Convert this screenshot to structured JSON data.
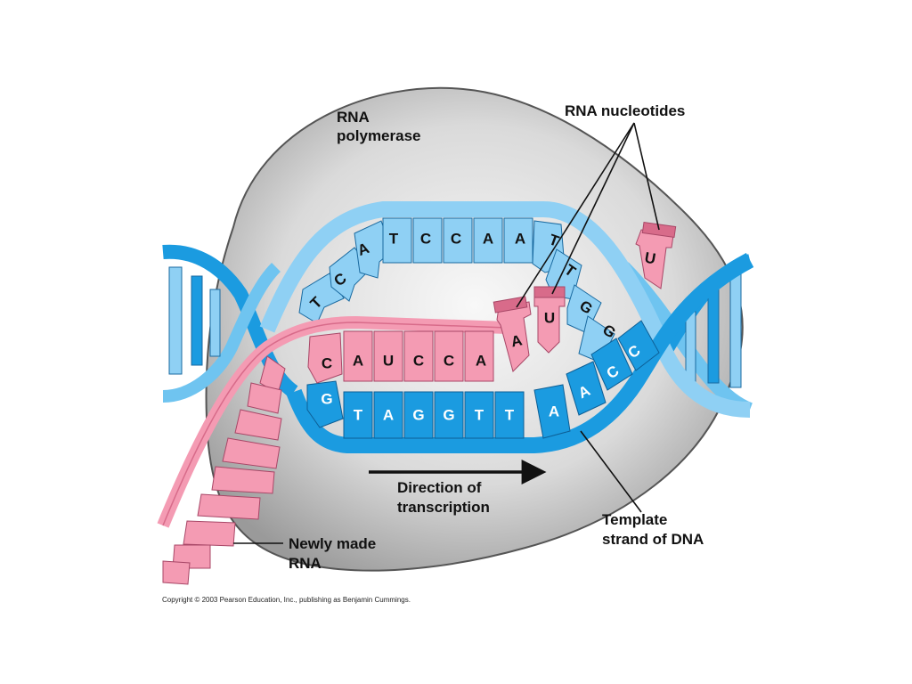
{
  "labels": {
    "rna_polymerase_line1": "RNA",
    "rna_polymerase_line2": "polymerase",
    "rna_nucleotides": "RNA nucleotides",
    "direction_line1": "Direction of",
    "direction_line2": "transcription",
    "template_line1": "Template",
    "template_line2": "strand of DNA",
    "newly_made_line1": "Newly made",
    "newly_made_line2": "RNA"
  },
  "copyright": "Copyright © 2003 Pearson Education, Inc., publishing as Benjamin Cummings.",
  "strands": {
    "nontemplate_bases": [
      "T",
      "C",
      "A",
      "T",
      "C",
      "C",
      "A",
      "A",
      "T",
      "T",
      "G",
      "G"
    ],
    "template_bases": [
      "G",
      "T",
      "A",
      "G",
      "G",
      "T",
      "T",
      "A",
      "A",
      "C",
      "C"
    ],
    "new_rna_bases": [
      "C",
      "A",
      "U",
      "C",
      "C",
      "A"
    ],
    "free_nucleotides": [
      "A",
      "U",
      "U"
    ]
  },
  "colors": {
    "polymerase": "#c4c4c4",
    "dna_dark": "#1b9be0",
    "dna_light": "#8fd0f4",
    "rna": "#f49bb3",
    "rna_dark": "#d86b8a"
  }
}
